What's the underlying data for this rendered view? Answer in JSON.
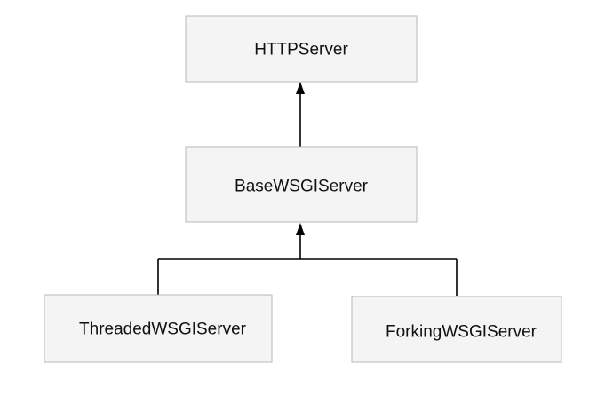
{
  "diagram": {
    "nodes": {
      "http_server": {
        "label": "HTTPServer"
      },
      "base_wsgi_server": {
        "label": "BaseWSGIServer"
      },
      "threaded_wsgi_server": {
        "label": "ThreadedWSGIServer"
      },
      "forking_wsgi_server": {
        "label": "ForkingWSGIServer"
      }
    },
    "edges": [
      {
        "from": "base_wsgi_server",
        "to": "http_server",
        "type": "inheritance-arrow"
      },
      {
        "from": "threaded_wsgi_server",
        "to": "base_wsgi_server",
        "type": "inheritance-arrow"
      },
      {
        "from": "forking_wsgi_server",
        "to": "base_wsgi_server",
        "type": "inheritance-arrow"
      }
    ],
    "colors": {
      "node_fill": "#f4f4f4",
      "node_border": "#b8b8b8",
      "edge": "#000000",
      "text": "#111111"
    }
  }
}
